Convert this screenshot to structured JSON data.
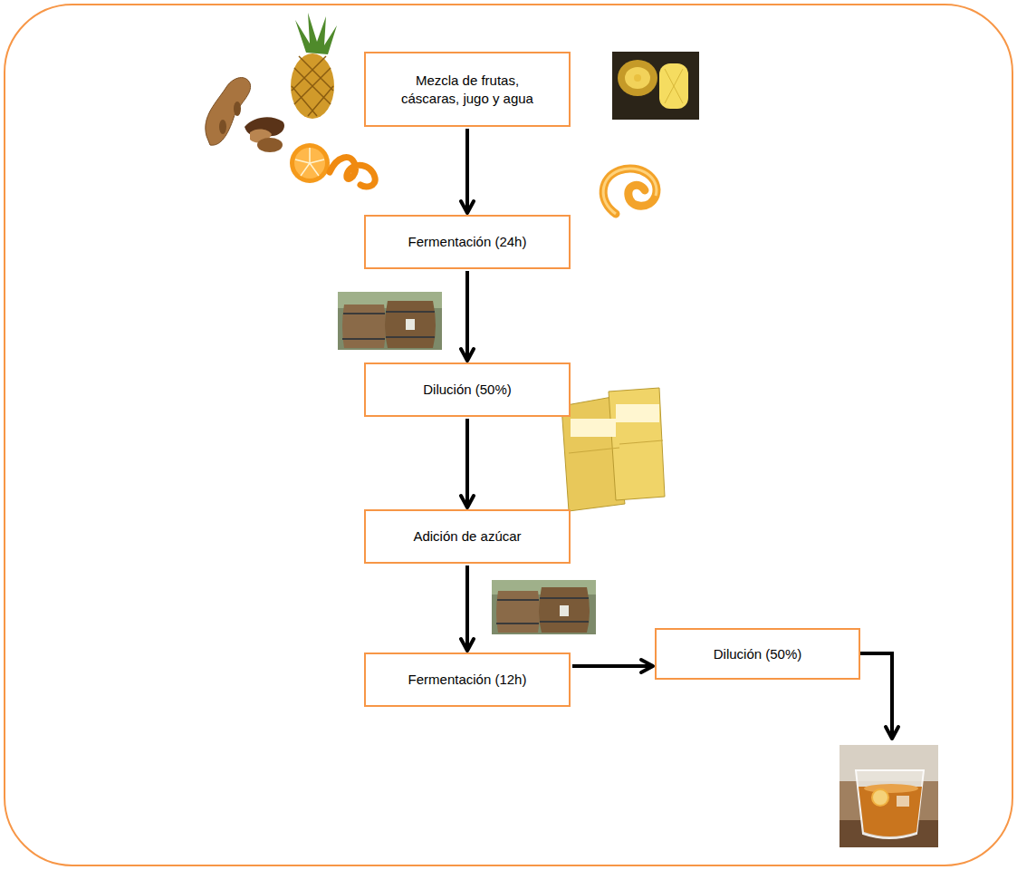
{
  "diagram": {
    "nodes": [
      {
        "text": [
          "Mezcla de frutas, cáscaras, jugo y agua"
        ]
      },
      {
        "text": [
          "Fermentación (24h)"
        ]
      },
      {
        "text": [
          "Dilución (50%)"
        ]
      },
      {
        "text": [
          "Adición de azúcar"
        ]
      },
      {
        "text": [
          "Fermentación (12h)"
        ]
      },
      {
        "text": [
          "Dilución (50%)"
        ]
      }
    ],
    "edges": [
      {
        "from": 0,
        "to": 1,
        "arrow": "to"
      },
      {
        "from": 1,
        "to": 2,
        "arrow": "to"
      },
      {
        "from": 2,
        "to": 3,
        "arrow": "to"
      },
      {
        "from": 3,
        "to": 4,
        "arrow": "to"
      },
      {
        "from": 4,
        "to": 5,
        "arrow": "to"
      }
    ]
  }
}
